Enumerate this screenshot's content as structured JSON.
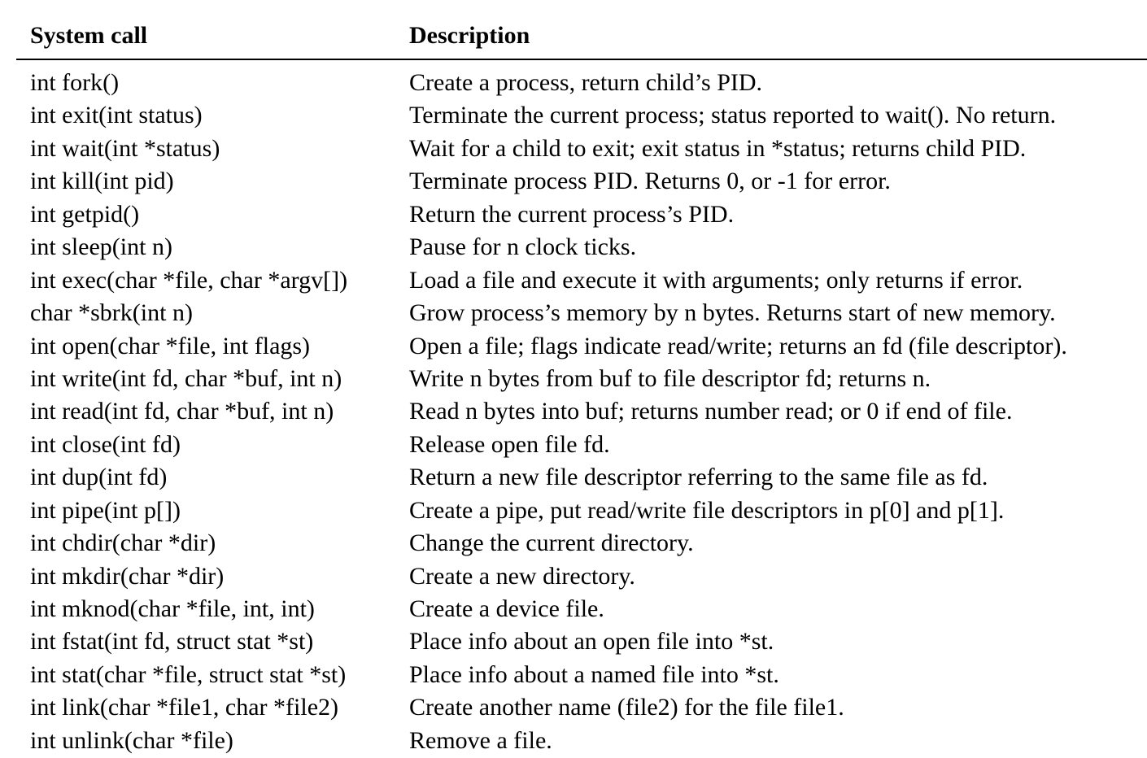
{
  "table": {
    "headers": {
      "call": "System call",
      "description": "Description"
    },
    "rows": [
      {
        "call": "int fork()",
        "description": "Create a process, return child’s PID."
      },
      {
        "call": "int exit(int status)",
        "description": "Terminate the current process; status reported to wait(). No return."
      },
      {
        "call": "int wait(int *status)",
        "description": "Wait for a child to exit; exit status in *status; returns child PID."
      },
      {
        "call": "int kill(int pid)",
        "description": "Terminate process PID. Returns 0, or -1 for error."
      },
      {
        "call": "int getpid()",
        "description": "Return the current process’s PID."
      },
      {
        "call": "int sleep(int n)",
        "description": "Pause for n clock ticks."
      },
      {
        "call": "int exec(char *file, char *argv[])",
        "description": "Load a file and execute it with arguments; only returns if error."
      },
      {
        "call": "char *sbrk(int n)",
        "description": "Grow process’s memory by n bytes. Returns start of new memory."
      },
      {
        "call": "int open(char *file, int flags)",
        "description": "Open a file; flags indicate read/write; returns an fd (file descriptor)."
      },
      {
        "call": "int write(int fd, char *buf, int n)",
        "description": "Write n bytes from buf to file descriptor fd; returns n."
      },
      {
        "call": "int read(int fd, char *buf, int n)",
        "description": "Read n bytes into buf; returns number read; or 0 if end of file."
      },
      {
        "call": "int close(int fd)",
        "description": "Release open file fd."
      },
      {
        "call": "int dup(int fd)",
        "description": "Return a new file descriptor referring to the same file as fd."
      },
      {
        "call": "int pipe(int p[])",
        "description": "Create a pipe, put read/write file descriptors in p[0] and p[1]."
      },
      {
        "call": "int chdir(char *dir)",
        "description": "Change the current directory."
      },
      {
        "call": "int mkdir(char *dir)",
        "description": "Create a new directory."
      },
      {
        "call": "int mknod(char *file, int, int)",
        "description": "Create a device file."
      },
      {
        "call": "int fstat(int fd, struct stat *st)",
        "description": "Place info about an open file into *st."
      },
      {
        "call": "int stat(char *file, struct stat *st)",
        "description": "Place info about a named file into *st."
      },
      {
        "call": "int link(char *file1, char *file2)",
        "description": "Create another name (file2) for the file file1."
      },
      {
        "call": "int unlink(char *file)",
        "description": "Remove a file."
      }
    ]
  }
}
